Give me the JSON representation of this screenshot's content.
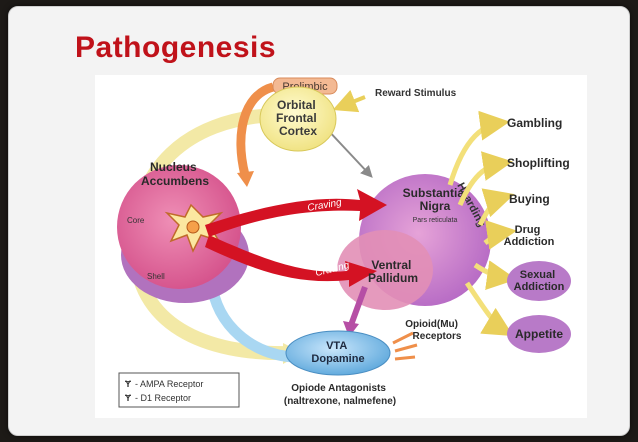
{
  "slide": {
    "title": "Pathogenesis"
  },
  "diagram": {
    "nodes": {
      "prelimbic": "Prelimbic",
      "ofc": [
        "Orbital",
        "Frontal",
        "Cortex"
      ],
      "nucleus_accumbens": [
        "Nucleus",
        "Accumbens"
      ],
      "core": "Core",
      "shell": "Shell",
      "substantia_nigra": [
        "Substantia",
        "Nigra"
      ],
      "pars_reticulata": "Pars reticulata",
      "ventral_pallidum": [
        "Ventral",
        "Pallidum"
      ],
      "vta": [
        "VTA",
        "Dopamine"
      ]
    },
    "labels": {
      "reward_stimulus": "Reward Stimulus",
      "craving_upper": "Craving",
      "craving_lower": "Craving",
      "hoarding": "Hoarding",
      "opioid_receptors": [
        "Opioid(Mu)",
        "Receptors"
      ],
      "antagonists": [
        "Opiode Antagonists",
        "(naltrexone, nalmefene)"
      ]
    },
    "outcomes": {
      "gambling": "Gambling",
      "shoplifting": "Shoplifting",
      "buying": "Buying",
      "drug_addiction": [
        "Drug",
        "Addiction"
      ],
      "sexual_addiction": [
        "Sexual",
        "Addiction"
      ],
      "appetite": "Appetite"
    },
    "legend": {
      "ampa": "- AMPA Receptor",
      "d1": "- D1 Receptor"
    },
    "colors": {
      "title": "#c0121a",
      "nucleus_accumbens": "#e06a9c",
      "substantia_nigra": "#c285cf",
      "ofc": "#f4ec8f",
      "vta": "#7fbde8",
      "arrow_yellow": "#f3e07a",
      "arrow_red": "#d41223",
      "arrow_blue": "#a9d7f2",
      "arrow_orange": "#ef8f4a",
      "purple_arrow": "#b64fa5"
    }
  }
}
